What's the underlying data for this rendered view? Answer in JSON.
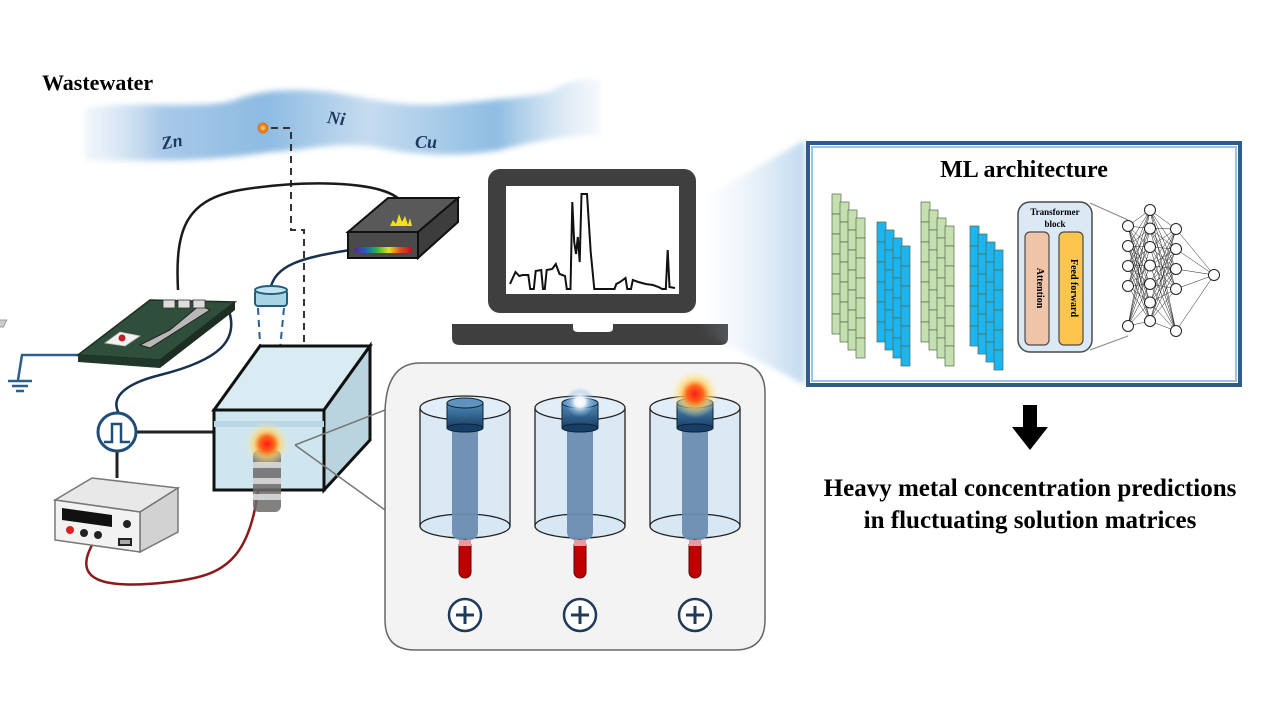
{
  "wastewater": {
    "label": "Wastewater",
    "ions": [
      "Zn",
      "Ni",
      "Cu"
    ]
  },
  "ml_panel": {
    "title": "ML architecture",
    "transformer_block": {
      "title_line1": "Transformer",
      "title_line2": "block",
      "attention_label": "Attention",
      "feed_forward_label": "Feed forward"
    },
    "neural_network": {
      "layers": [
        5,
        7,
        5,
        1
      ]
    },
    "colors": {
      "green_layer": "#c6dfb0",
      "blue_layer": "#1eb5ee",
      "attention": "#f0c4a8",
      "feed_forward": "#fcc54e",
      "transformer_bg": "#dbe9f5",
      "frame": "#1f4e79"
    }
  },
  "result": {
    "line1": "Heavy metal concentration predictions",
    "line2": "in fluctuating solution matrices"
  },
  "laptop": {
    "spectrum_points": [
      [
        0,
        0.08
      ],
      [
        0.03,
        0.2
      ],
      [
        0.05,
        0.16
      ],
      [
        0.07,
        0.17
      ],
      [
        0.1,
        0.17
      ],
      [
        0.11,
        0.03
      ],
      [
        0.13,
        0.03
      ],
      [
        0.14,
        0.21
      ],
      [
        0.17,
        0.22
      ],
      [
        0.18,
        0.03
      ],
      [
        0.19,
        0.03
      ],
      [
        0.2,
        0.22
      ],
      [
        0.23,
        0.23
      ],
      [
        0.25,
        0.28
      ],
      [
        0.27,
        0.18
      ],
      [
        0.3,
        0.16
      ],
      [
        0.31,
        0.03
      ],
      [
        0.33,
        0.03
      ],
      [
        0.34,
        0.9
      ],
      [
        0.35,
        0.5
      ],
      [
        0.36,
        0.38
      ],
      [
        0.37,
        0.55
      ],
      [
        0.38,
        0.3
      ],
      [
        0.39,
        0.98
      ],
      [
        0.42,
        0.98
      ],
      [
        0.44,
        0.4
      ],
      [
        0.46,
        0.03
      ],
      [
        0.57,
        0.03
      ],
      [
        0.58,
        0.08
      ],
      [
        0.6,
        0.1
      ],
      [
        0.63,
        0.14
      ],
      [
        0.64,
        0.03
      ],
      [
        0.66,
        0.03
      ],
      [
        0.67,
        0.12
      ],
      [
        0.7,
        0.1
      ],
      [
        0.74,
        0.08
      ],
      [
        0.78,
        0.07
      ],
      [
        0.81,
        0.05
      ],
      [
        0.83,
        0.03
      ],
      [
        0.85,
        0.03
      ],
      [
        0.86,
        0.42
      ],
      [
        0.87,
        0.05
      ],
      [
        0.9,
        0.04
      ]
    ]
  },
  "electrode_detail": {
    "states": [
      "no-plasma",
      "white-plasma",
      "orange-plasma"
    ],
    "polarity_symbol": "+"
  }
}
